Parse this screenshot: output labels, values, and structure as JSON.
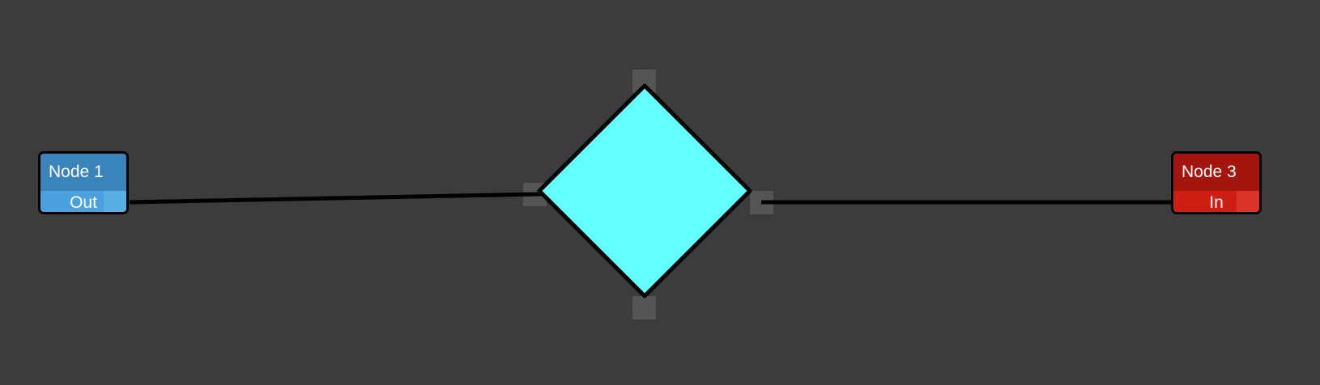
{
  "nodes": [
    {
      "title": "Node 1",
      "port": "Out",
      "color": "#3a84ba"
    },
    {
      "title": "Node 3",
      "port": "In",
      "color": "#a3160d"
    }
  ],
  "decision_node": {
    "fill": "#66ffff",
    "stroke": "#000000"
  },
  "colors": {
    "background": "#3c3c3c",
    "link": "#000000",
    "handle": "#555555"
  }
}
